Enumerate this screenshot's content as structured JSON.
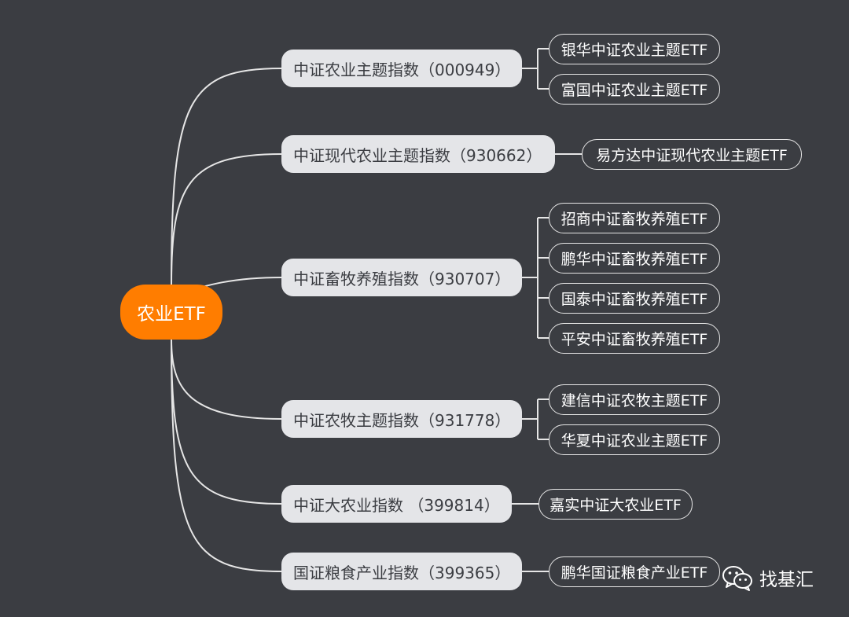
{
  "root": {
    "label": "农业ETF"
  },
  "indices": [
    {
      "label": "中证农业主题指数（000949）",
      "etfs": [
        "银华中证农业主题ETF",
        "富国中证农业主题ETF"
      ]
    },
    {
      "label": "中证现代农业主题指数（930662）",
      "etfs": [
        "易方达中证现代农业主题ETF"
      ]
    },
    {
      "label": "中证畜牧养殖指数（930707）",
      "etfs": [
        "招商中证畜牧养殖ETF",
        "鹏华中证畜牧养殖ETF",
        "国泰中证畜牧养殖ETF",
        "平安中证畜牧养殖ETF"
      ]
    },
    {
      "label": "中证农牧主题指数（931778）",
      "etfs": [
        "建信中证农牧主题ETF",
        "华夏中证农业主题ETF"
      ]
    },
    {
      "label": "中证大农业指数 （399814）",
      "etfs": [
        "嘉实中证大农业ETF"
      ]
    },
    {
      "label": "国证粮食产业指数（399365）",
      "etfs": [
        "鹏华国证粮食产业ETF"
      ]
    }
  ],
  "watermark": {
    "text": "找基汇",
    "icon": "wechat-icon"
  },
  "colors": {
    "background": "#3b3d42",
    "root": "#ff7d00",
    "index_bg": "#e4e5e8",
    "line": "#e6e6e6"
  }
}
